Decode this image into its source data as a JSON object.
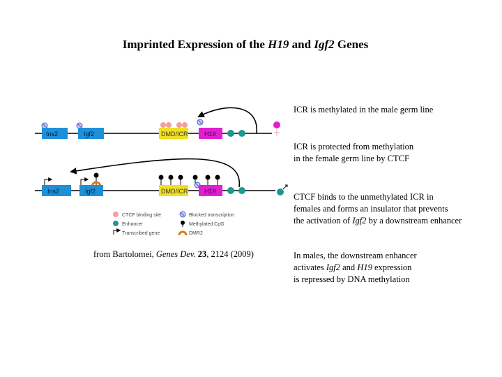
{
  "title": {
    "prefix": "Imprinted Expression of the ",
    "gene1": "H19",
    "middle": " and ",
    "gene2": "Igf2",
    "suffix": " Genes"
  },
  "diagram": {
    "male_row": {
      "genes": [
        "Ins2",
        "Igf2",
        "DMD/ICR",
        "H19"
      ]
    },
    "female_row": {
      "genes": [
        "Ins2",
        "Igf2",
        "DMD/ICR",
        "H19"
      ]
    },
    "legend": {
      "ctcf": "CTCF binding site",
      "enhancer": "Enhancer",
      "transcribed": "Transcribed gene",
      "blocked": "Blocked transcription",
      "methylated": "Methylated CpG",
      "dmr2": "DMR2"
    },
    "colors": {
      "gene_box": "#1e90d8",
      "icr_box": "#f0e020",
      "h19_box": "#e020d0",
      "enhancer": "#1a9a90",
      "ctcf": "#f0a0a0",
      "blocked": "#5060c0",
      "methyl": "#000000"
    }
  },
  "notes": {
    "n1": "ICR is methylated in the male germ line",
    "n2_l1": "ICR is protected from methylation",
    "n2_l2": "in the female germ line by CTCF",
    "n3_l1": "CTCF binds to the unmethylated ICR in",
    "n3_l2": "females and forms an insulator that prevents",
    "n3_l3_a": "the activation of ",
    "n3_l3_gene": "Igf2",
    "n3_l3_b": " by a downstream enhancer",
    "n4_l1": "In males, the downstream enhancer",
    "n4_l2_a": "activates ",
    "n4_l2_g1": "Igf2",
    "n4_l2_b": " and ",
    "n4_l2_g2": "H19",
    "n4_l2_c": " expression",
    "n4_l3": "is repressed by DNA methylation"
  },
  "citation": {
    "prefix": "from Bartolomei, ",
    "journal": "Genes Dev.",
    "volume": "23",
    "rest": ", 2124 (2009)"
  }
}
